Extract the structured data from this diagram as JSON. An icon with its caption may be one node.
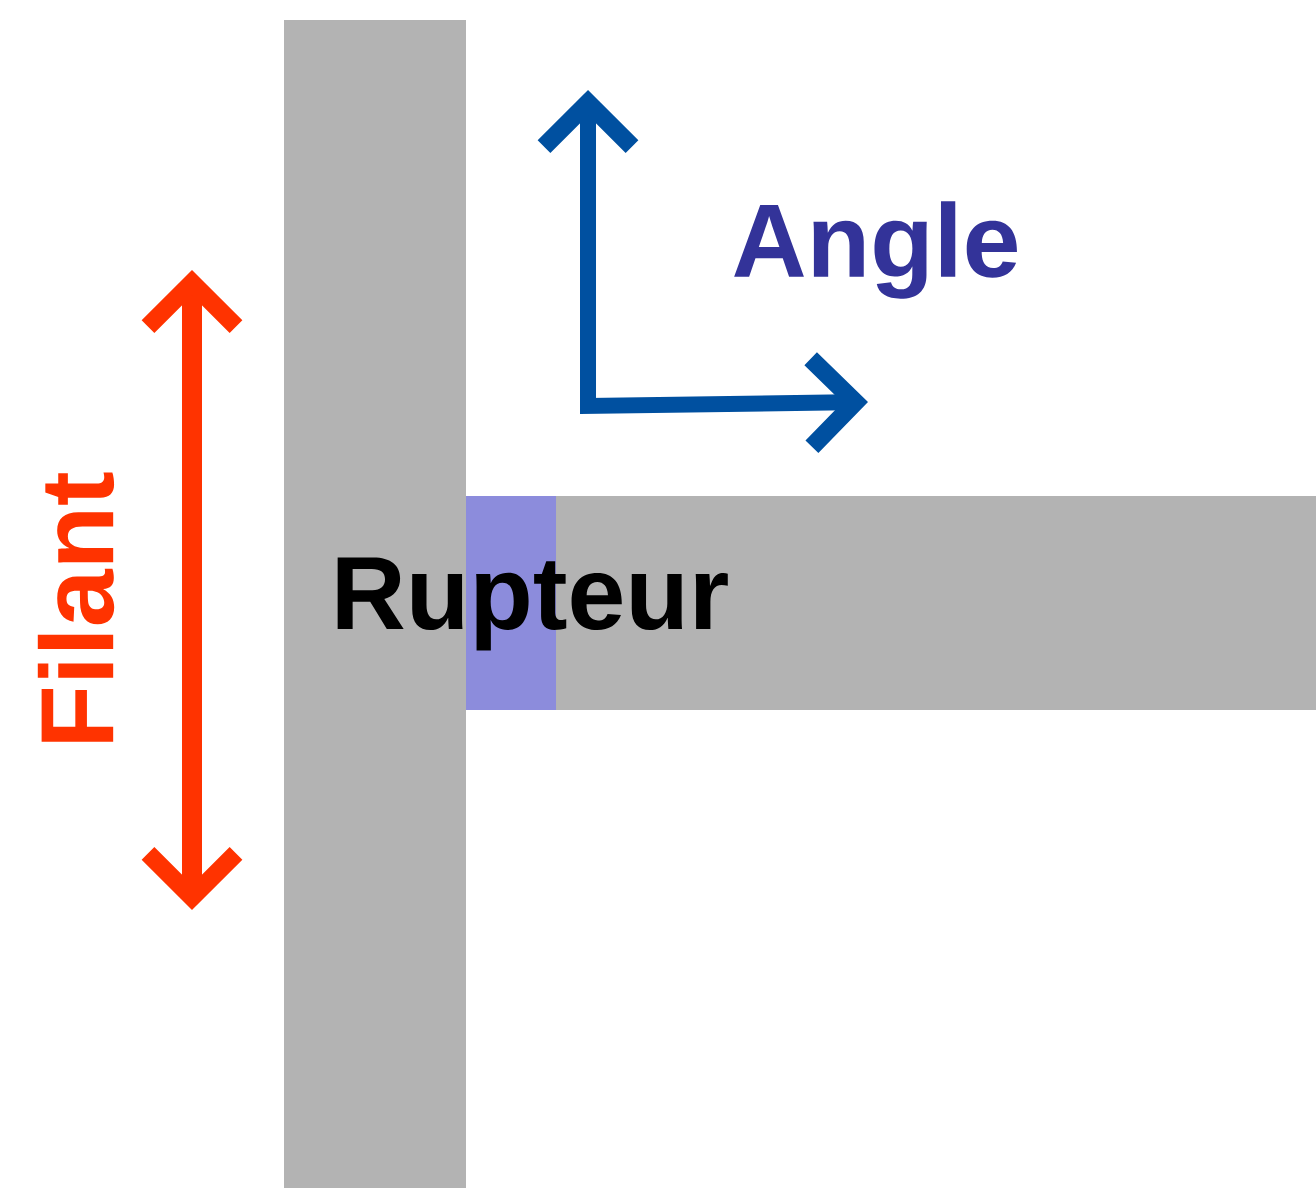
{
  "diagram": {
    "labels": [
      "Angle",
      "Rupteur",
      "Filant"
    ]
  }
}
